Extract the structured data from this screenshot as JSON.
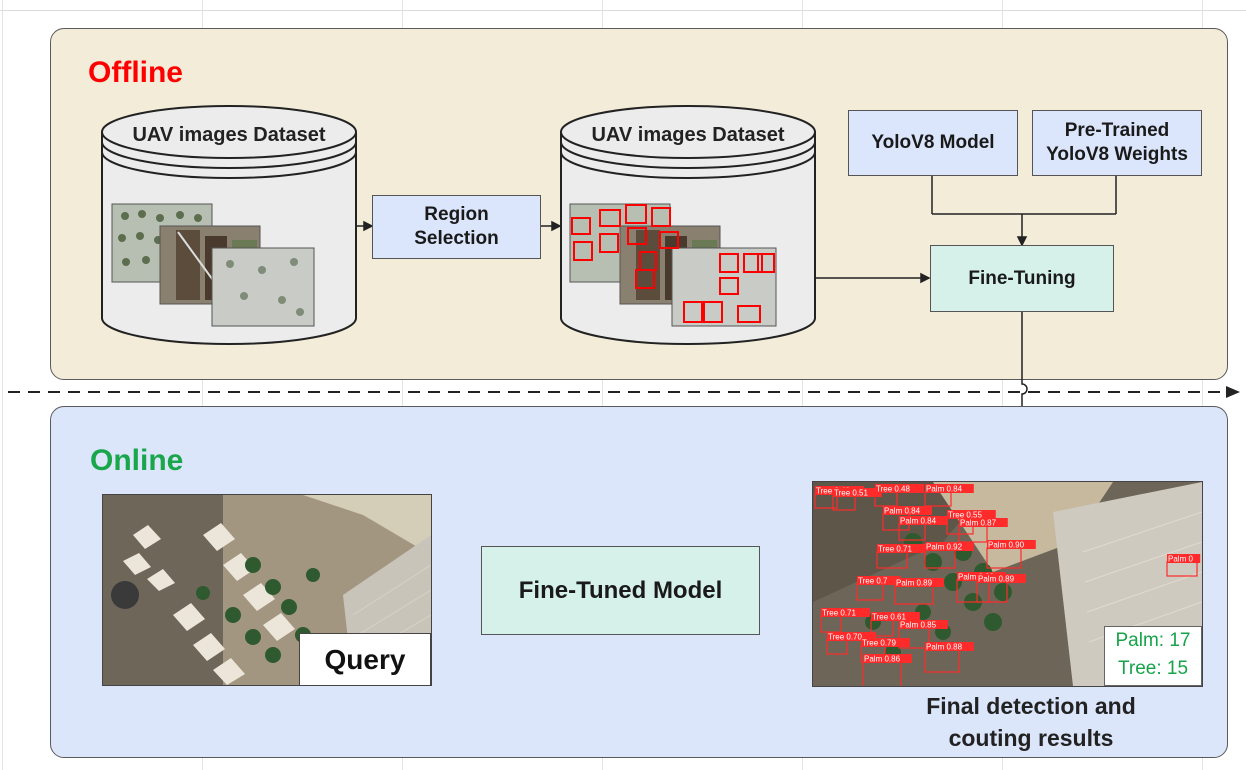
{
  "offline": {
    "title": "Offline",
    "dataset_raw_label": "UAV images Dataset",
    "region_selection_line1": "Region",
    "region_selection_line2": "Selection",
    "dataset_annotated_label": "UAV images Dataset",
    "yolo_model_label": "YoloV8 Model",
    "pretrained_line1": "Pre-Trained",
    "pretrained_line2": "YoloV8 Weights",
    "finetuning_label": "Fine-Tuning"
  },
  "online": {
    "title": "Online",
    "query_label": "Query",
    "finetuned_model_label": "Fine-Tuned Model",
    "final_line1": "Final detection and",
    "final_line2": "couting results",
    "palm_count": "Palm: 17",
    "tree_count": "Tree: 15"
  },
  "detections": [
    {
      "label": "Tree 0.40"
    },
    {
      "label": "Tree 0.51"
    },
    {
      "label": "Tree 0.48"
    },
    {
      "label": "Palm 0.84"
    },
    {
      "label": "Palm 0.84"
    },
    {
      "label": "Palm 0.84"
    },
    {
      "label": "Tree 0.55"
    },
    {
      "label": "Palm 0.87"
    },
    {
      "label": "Tree 0.71"
    },
    {
      "label": "Palm 0.92"
    },
    {
      "label": "Palm 0.90"
    },
    {
      "label": "Palm 0"
    },
    {
      "label": "Tree 0.7"
    },
    {
      "label": "Palm 0.89"
    },
    {
      "label": "Palm 0.89"
    },
    {
      "label": "Palm 0.89"
    },
    {
      "label": "Tree 0.71"
    },
    {
      "label": "Tree 0.61"
    },
    {
      "label": "Palm 0.85"
    },
    {
      "label": "Tree 0.70"
    },
    {
      "label": "Tree 0.79"
    },
    {
      "label": "Palm 0.88"
    },
    {
      "label": "Palm 0.86"
    }
  ],
  "colors": {
    "offline_title": "#ff0000",
    "online_title": "#1aa64b",
    "offline_bg": "#f3ecd9",
    "online_bg": "#dce6fb",
    "box_blue": "#dbe5fb",
    "box_teal": "#d6f1ea",
    "detection_red": "#ff2b2b",
    "count_green": "#17a34a"
  }
}
